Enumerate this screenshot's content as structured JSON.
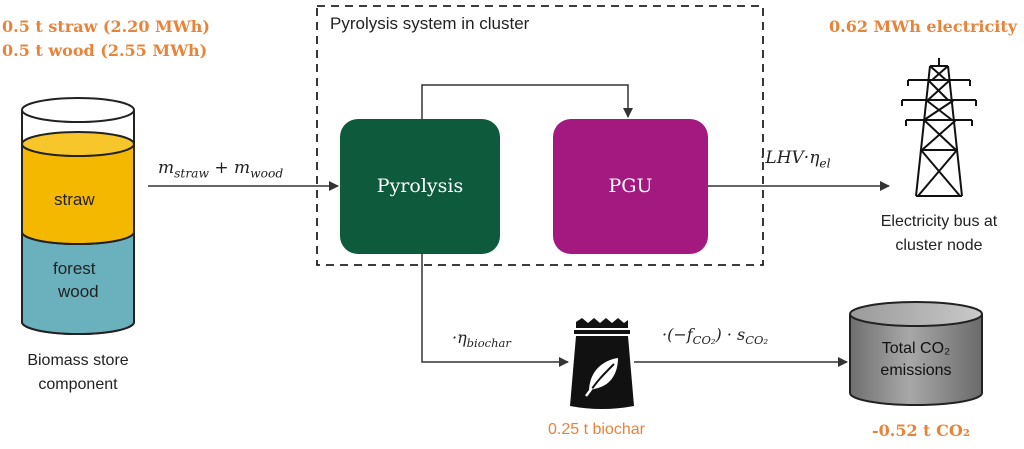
{
  "inputs": {
    "straw": "0.5 t straw (2.20 MWh)",
    "wood": "0.5 t wood (2.55 MWh)"
  },
  "store": {
    "layer_straw": "straw",
    "layer_forest": "forest",
    "layer_wood": "wood",
    "caption_line1": "Biomass store",
    "caption_line2": "component"
  },
  "cluster": {
    "title": "Pyrolysis system in cluster",
    "pyrolysis": "Pyrolysis",
    "pgu": "PGU"
  },
  "flows": {
    "input_a": "m",
    "input_a_sub": "straw",
    "plus": "+",
    "input_b": "m",
    "input_b_sub": "wood",
    "elec_factor_a": "·LHV·η",
    "elec_factor_sub": "el",
    "biochar_factor": "·η",
    "biochar_sub": "biochar",
    "co2_factor_a": "·(−f",
    "co2_factor_sub1": "CO₂",
    "co2_factor_b": ") · s",
    "co2_factor_sub2": "CO₂"
  },
  "electricity": {
    "amount": "0.62 MWh electricity",
    "caption_line1": "Electricity bus at",
    "caption_line2": "cluster node"
  },
  "biochar": {
    "amount": "0.25 t biochar"
  },
  "emissions": {
    "caption_line1": "Total CO₂",
    "caption_line2": "emissions",
    "amount": "-0.52 t CO₂"
  },
  "colors": {
    "accent": "#E8843A",
    "straw": "#F5B800",
    "forest": "#6BB1BD",
    "pyrolysis": "#0E5A3D",
    "pgu": "#A3197F",
    "tank_grey": "#8C8C8C"
  }
}
